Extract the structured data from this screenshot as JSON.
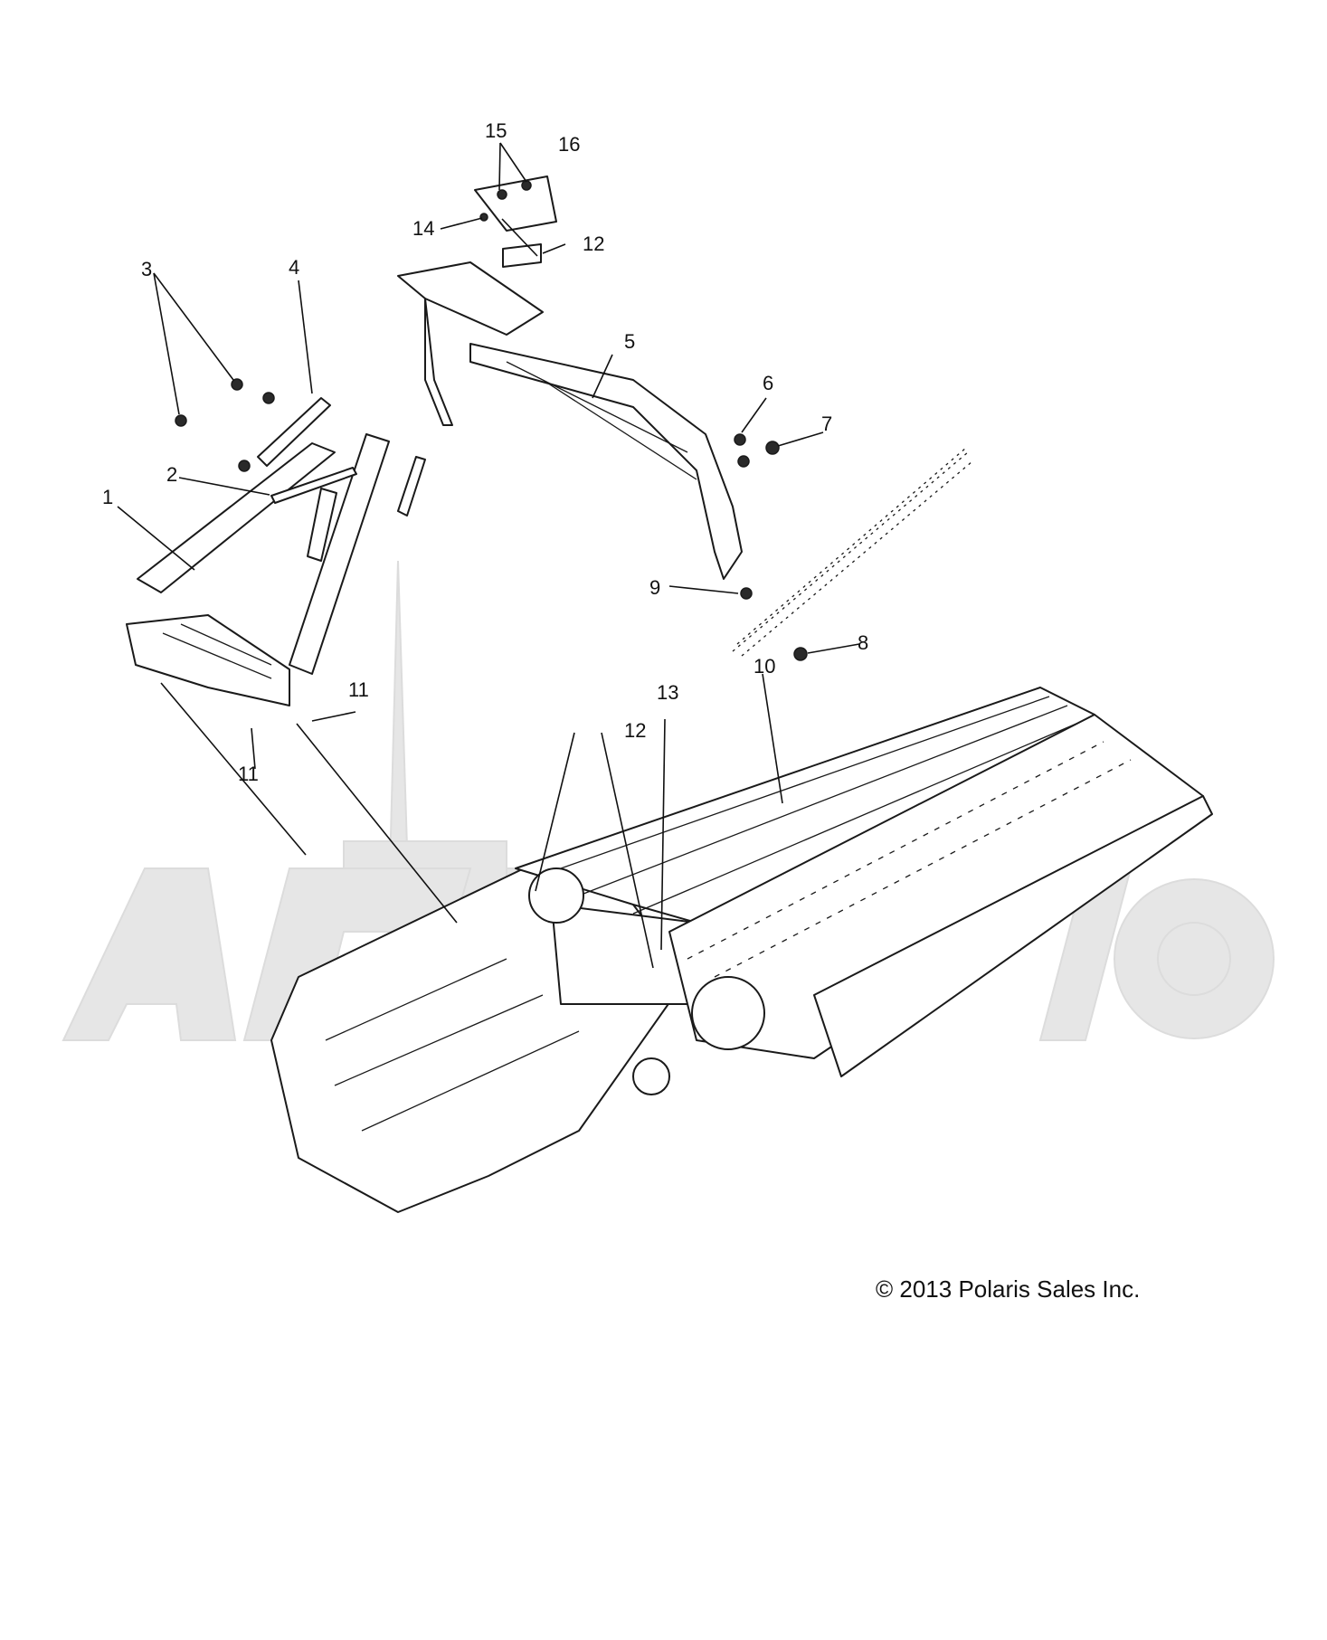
{
  "callouts": [
    {
      "id": "1",
      "label": "1"
    },
    {
      "id": "2",
      "label": "2"
    },
    {
      "id": "3",
      "label": "3"
    },
    {
      "id": "4",
      "label": "4"
    },
    {
      "id": "5",
      "label": "5"
    },
    {
      "id": "6",
      "label": "6"
    },
    {
      "id": "7",
      "label": "7"
    },
    {
      "id": "8",
      "label": "8"
    },
    {
      "id": "9",
      "label": "9"
    },
    {
      "id": "10",
      "label": "10"
    },
    {
      "id": "11a",
      "label": "11"
    },
    {
      "id": "11b",
      "label": "11"
    },
    {
      "id": "12a",
      "label": "12"
    },
    {
      "id": "12b",
      "label": "12"
    },
    {
      "id": "13",
      "label": "13"
    },
    {
      "id": "14",
      "label": "14"
    },
    {
      "id": "15",
      "label": "15"
    },
    {
      "id": "16",
      "label": "16"
    }
  ],
  "copyright": "© 2013 Polaris Sales Inc.",
  "colors": {
    "line": "#1a1a1a",
    "watermark": "#e6e6e6",
    "background": "#ffffff"
  }
}
